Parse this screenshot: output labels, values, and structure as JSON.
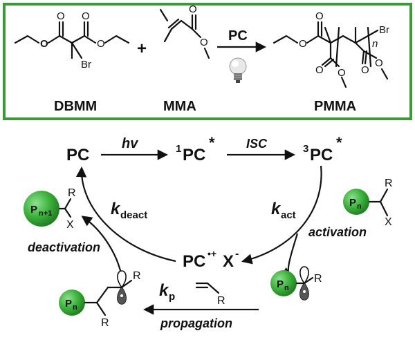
{
  "reaction": {
    "reagent1_label": "DBMM",
    "reagent2_label": "MMA",
    "product_label": "PMMA",
    "plus": "+",
    "catalyst": "PC",
    "br_reagent": "Br",
    "br_product": "Br",
    "repeat_n": "n"
  },
  "cycle": {
    "pc": "PC",
    "singlet_prefix": "1",
    "singlet_pc": "PC",
    "triplet_prefix": "3",
    "triplet_pc": "PC",
    "star": "*",
    "hv": "hv",
    "isc": "ISC",
    "k": "k",
    "act_sub": "act",
    "deact_sub": "deact",
    "p_sub": "p",
    "activation": "activation",
    "deactivation": "deactivation",
    "propagation": "propagation",
    "radical_cation": "PC",
    "radical_cation_sup": "•+",
    "anion": "X",
    "anion_sup": "-",
    "dormant_r": "R",
    "dormant_x": "X",
    "product_sub": "n+1",
    "radical_r": "R",
    "monomer_r": "R",
    "propagating_r1": "R",
    "propagating_r2": "R"
  },
  "chain_labels": {
    "p": "P",
    "n": "n"
  },
  "colors": {
    "frame": "#3a9a3a",
    "ball": "#3bb13b",
    "ball_dark": "#1f7a1f"
  }
}
